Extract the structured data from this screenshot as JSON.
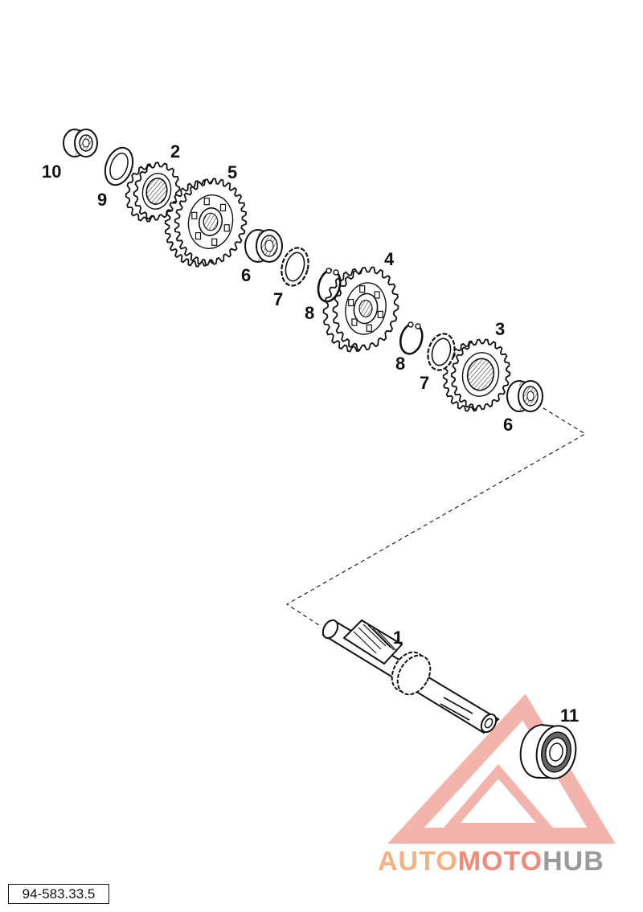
{
  "diagram": {
    "callouts": [
      {
        "id": "c10",
        "label": "10"
      },
      {
        "id": "c9",
        "label": "9"
      },
      {
        "id": "c2",
        "label": "2"
      },
      {
        "id": "c5",
        "label": "5"
      },
      {
        "id": "c6a",
        "label": "6"
      },
      {
        "id": "c7a",
        "label": "7"
      },
      {
        "id": "c8a",
        "label": "8"
      },
      {
        "id": "c4",
        "label": "4"
      },
      {
        "id": "c8b",
        "label": "8"
      },
      {
        "id": "c7b",
        "label": "7"
      },
      {
        "id": "c3",
        "label": "3"
      },
      {
        "id": "c6b",
        "label": "6"
      },
      {
        "id": "c1",
        "label": "1"
      },
      {
        "id": "c11",
        "label": "11"
      }
    ],
    "reference_code": "94-583.33.5"
  },
  "watermark": {
    "part1": "AUTO",
    "part2": "MOTO",
    "part3": "HUB",
    "colors": {
      "orange": "#f4b183",
      "red": "#f08a7a",
      "gray": "#9a9a9a"
    }
  }
}
